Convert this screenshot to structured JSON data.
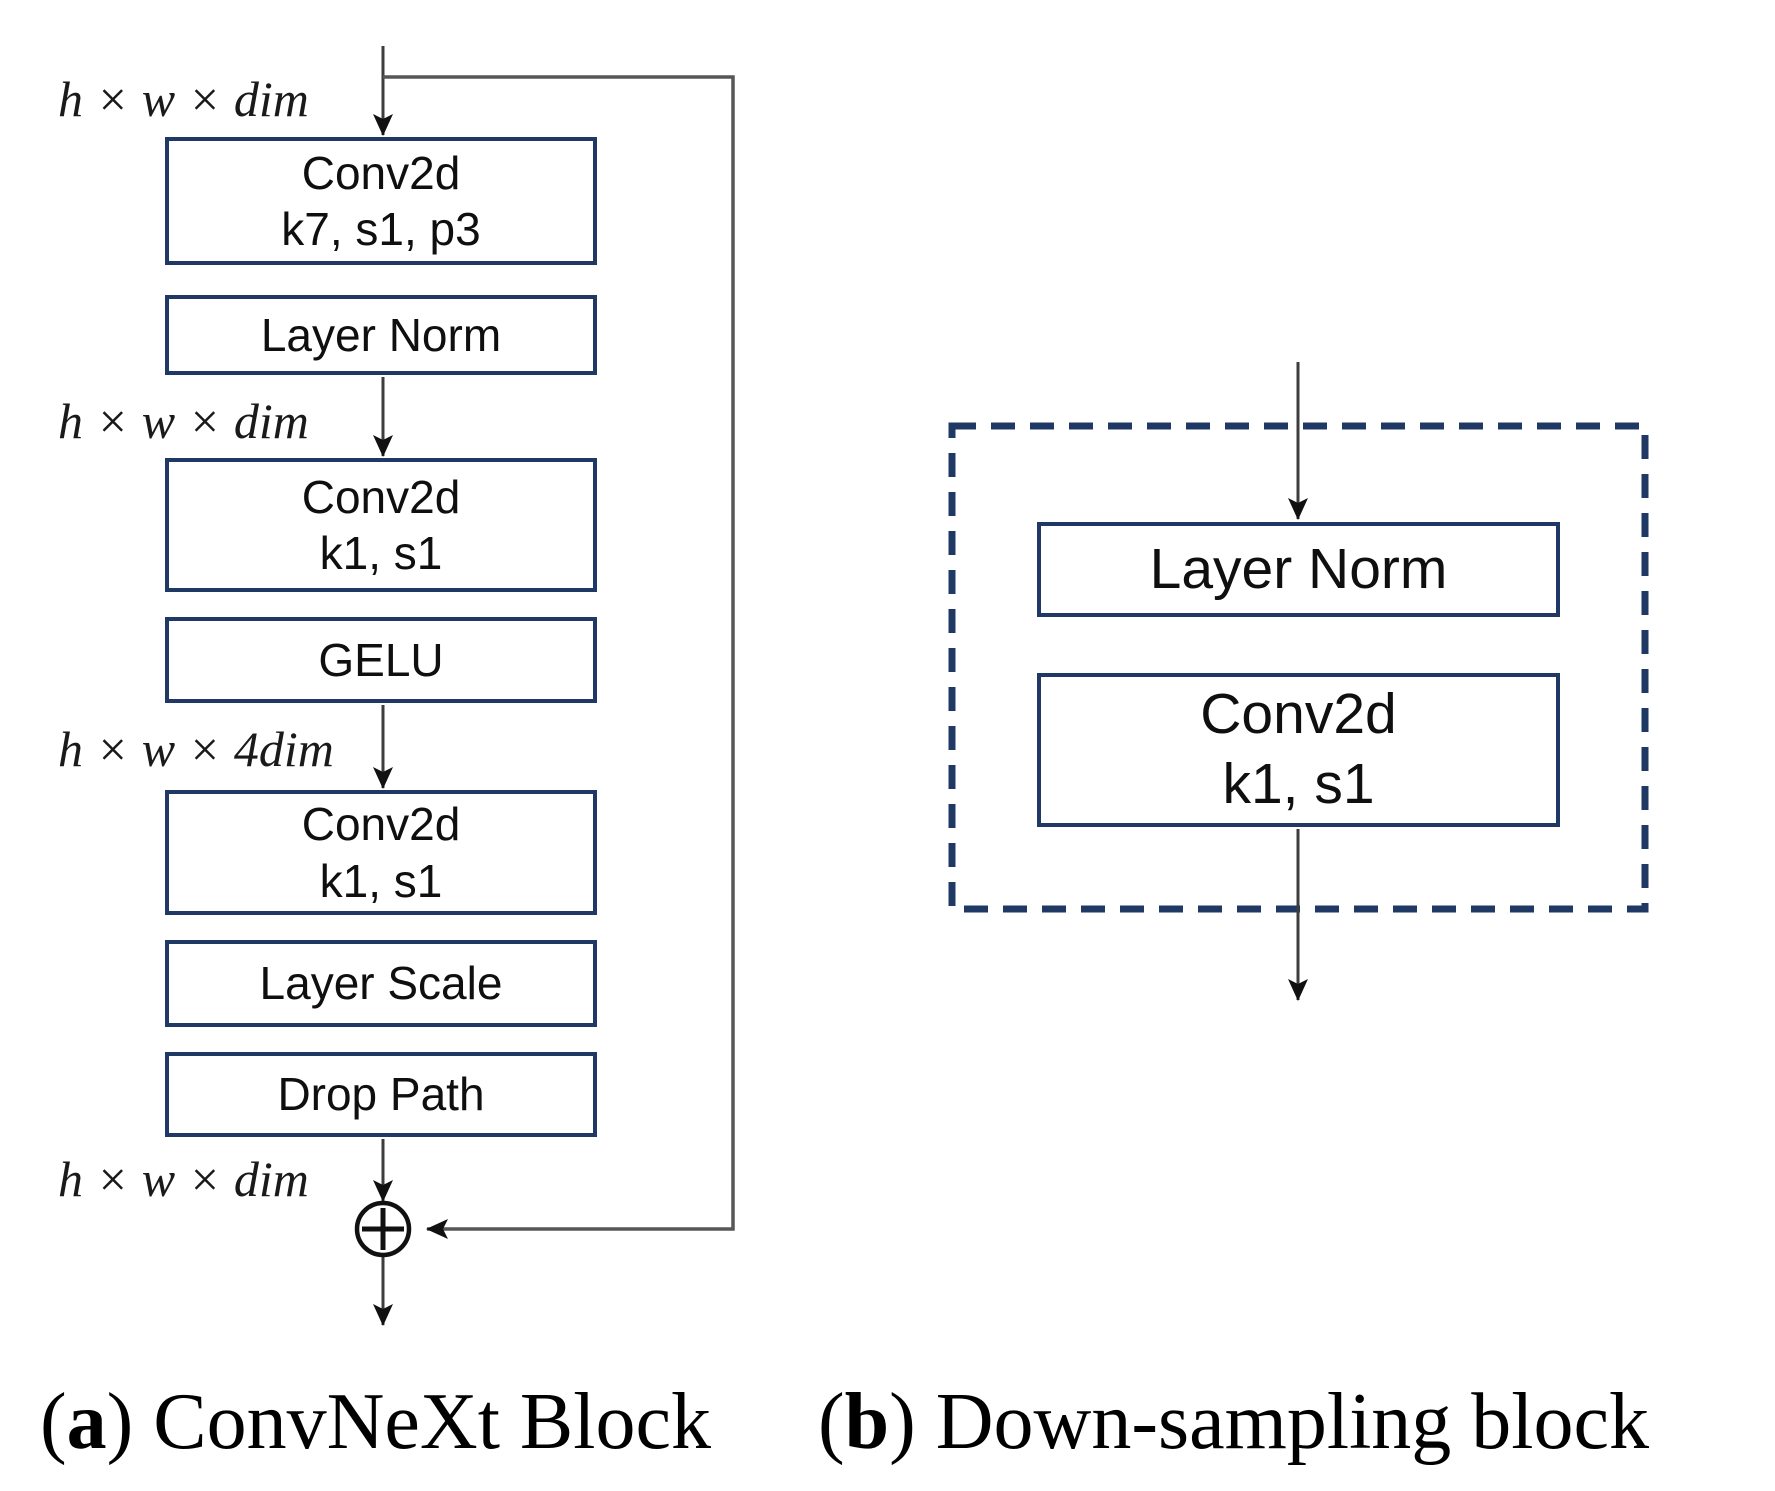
{
  "colors": {
    "box_border": "#1f3864",
    "connector": "#3d3d3d",
    "skip_line": "#575757",
    "arrowhead": "#111111"
  },
  "panel_a": {
    "caption": {
      "open": "(",
      "letter": "a",
      "rest": ") ConvNeXt Block"
    },
    "dim_labels": [
      "h × w × dim",
      "h × w × dim",
      "h × w × 4dim",
      "h × w × dim"
    ],
    "boxes": [
      {
        "line1": "Conv2d",
        "line2": "k7, s1, p3"
      },
      {
        "line1": "Layer Norm"
      },
      {
        "line1": "Conv2d",
        "line2": "k1, s1"
      },
      {
        "line1": "GELU"
      },
      {
        "line1": "Conv2d",
        "line2": "k1, s1"
      },
      {
        "line1": "Layer Scale"
      },
      {
        "line1": "Drop Path"
      }
    ],
    "add_symbol": "⊕"
  },
  "panel_b": {
    "caption": {
      "open": "(",
      "letter": "b",
      "rest": ") Down-sampling block"
    },
    "boxes": [
      {
        "line1": "Layer Norm"
      },
      {
        "line1": "Conv2d",
        "line2": "k1, s1"
      }
    ]
  }
}
